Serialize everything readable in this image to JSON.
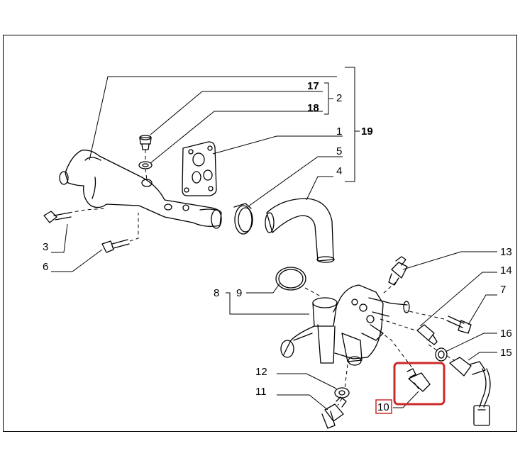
{
  "callouts": {
    "c1": "1",
    "c2": "2",
    "c3": "3",
    "c4": "4",
    "c5": "5",
    "c6": "6",
    "c7": "7",
    "c8": "8",
    "c9": "9",
    "c10": "10",
    "c11": "11",
    "c12": "12",
    "c13": "13",
    "c14": "14",
    "c15": "15",
    "c16": "16",
    "c17": "17",
    "c18": "18",
    "c19": "19"
  },
  "highlight": {
    "part": "10",
    "color": "#cc2a2a"
  }
}
